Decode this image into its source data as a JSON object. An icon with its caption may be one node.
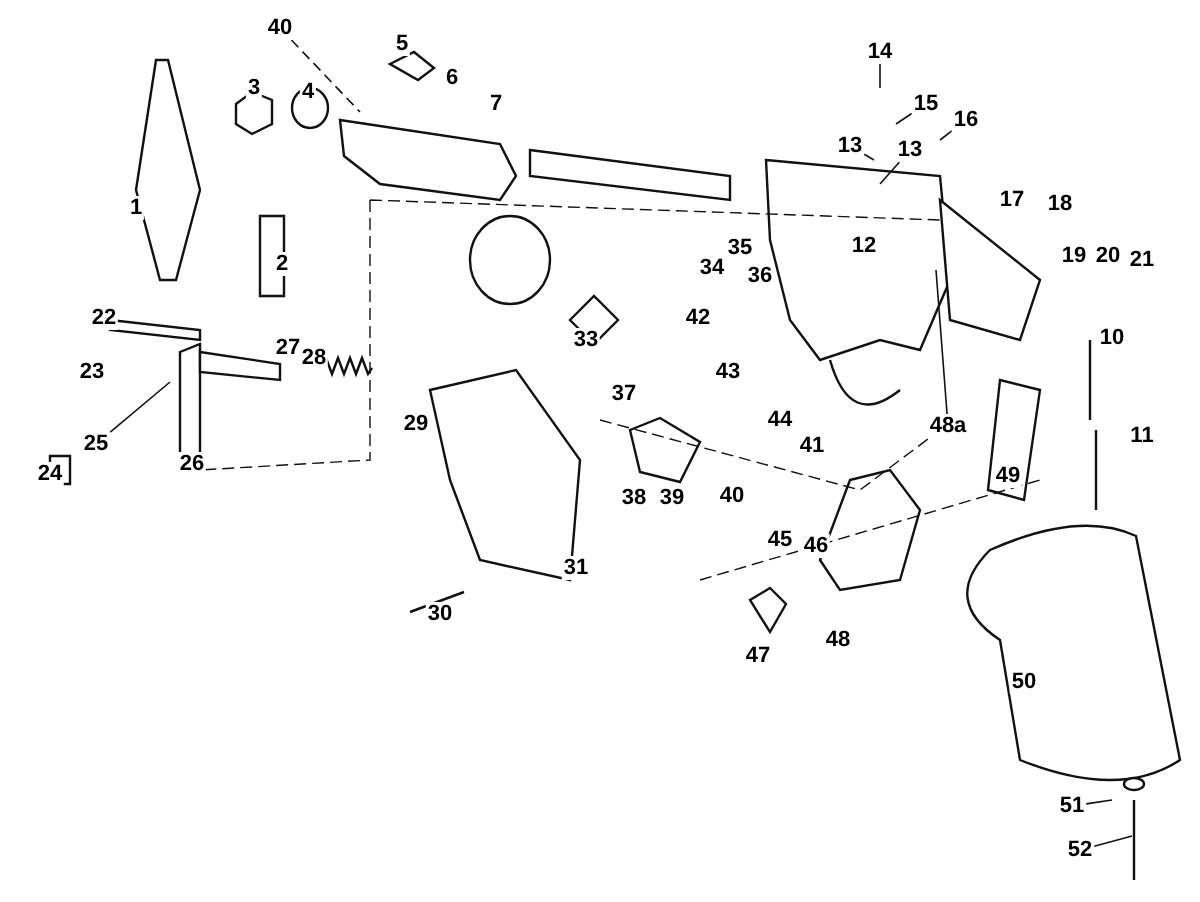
{
  "diagram": {
    "nodes": [
      {
        "text": [
          "40"
        ]
      },
      {
        "text": [
          "5"
        ]
      },
      {
        "text": [
          "6"
        ]
      },
      {
        "text": [
          "7"
        ]
      },
      {
        "text": [
          "14"
        ]
      },
      {
        "text": [
          "15"
        ]
      },
      {
        "text": [
          "16"
        ]
      },
      {
        "text": [
          "13"
        ]
      },
      {
        "text": [
          "13"
        ]
      },
      {
        "text": [
          "3"
        ]
      },
      {
        "text": [
          "4"
        ]
      },
      {
        "text": [
          "1"
        ]
      },
      {
        "text": [
          "2"
        ]
      },
      {
        "text": [
          "17"
        ]
      },
      {
        "text": [
          "18"
        ]
      },
      {
        "text": [
          "35"
        ]
      },
      {
        "text": [
          "12"
        ]
      },
      {
        "text": [
          "34"
        ]
      },
      {
        "text": [
          "36"
        ]
      },
      {
        "text": [
          "19"
        ]
      },
      {
        "text": [
          "20"
        ]
      },
      {
        "text": [
          "21"
        ]
      },
      {
        "text": [
          "22"
        ]
      },
      {
        "text": [
          "42"
        ]
      },
      {
        "text": [
          "33"
        ]
      },
      {
        "text": [
          "10"
        ]
      },
      {
        "text": [
          "27"
        ]
      },
      {
        "text": [
          "28"
        ]
      },
      {
        "text": [
          "23"
        ]
      },
      {
        "text": [
          "37"
        ]
      },
      {
        "text": [
          "43"
        ]
      },
      {
        "text": [
          "25"
        ]
      },
      {
        "text": [
          "24"
        ]
      },
      {
        "text": [
          "26"
        ]
      },
      {
        "text": [
          "29"
        ]
      },
      {
        "text": [
          "44"
        ]
      },
      {
        "text": [
          "11"
        ]
      },
      {
        "text": [
          "48a"
        ]
      },
      {
        "text": [
          "41"
        ]
      },
      {
        "text": [
          "38"
        ]
      },
      {
        "text": [
          "39"
        ]
      },
      {
        "text": [
          "40"
        ]
      },
      {
        "text": [
          "49"
        ]
      },
      {
        "text": [
          "45"
        ]
      },
      {
        "text": [
          "46"
        ]
      },
      {
        "text": [
          "31"
        ]
      },
      {
        "text": [
          "30"
        ]
      },
      {
        "text": [
          "47"
        ]
      },
      {
        "text": [
          "48"
        ]
      },
      {
        "text": [
          "50"
        ]
      },
      {
        "text": [
          "51"
        ]
      },
      {
        "text": [
          "52"
        ]
      }
    ],
    "edges": [
      {
        "from": 0,
        "to": null,
        "arrow": "none",
        "style": "dashed"
      },
      {
        "from": 4,
        "to": null,
        "arrow": "none"
      },
      {
        "from": 5,
        "to": null,
        "arrow": "none"
      },
      {
        "from": 6,
        "to": null,
        "arrow": "none"
      },
      {
        "from": 7,
        "to": null,
        "arrow": "none"
      },
      {
        "from": 8,
        "to": null,
        "arrow": "none"
      },
      {
        "from": 31,
        "to": null,
        "arrow": "none"
      },
      {
        "from": 37,
        "to": null,
        "arrow": "none"
      },
      {
        "from": 50,
        "to": null,
        "arrow": "none"
      },
      {
        "from": 51,
        "to": null,
        "arrow": "none"
      }
    ]
  }
}
